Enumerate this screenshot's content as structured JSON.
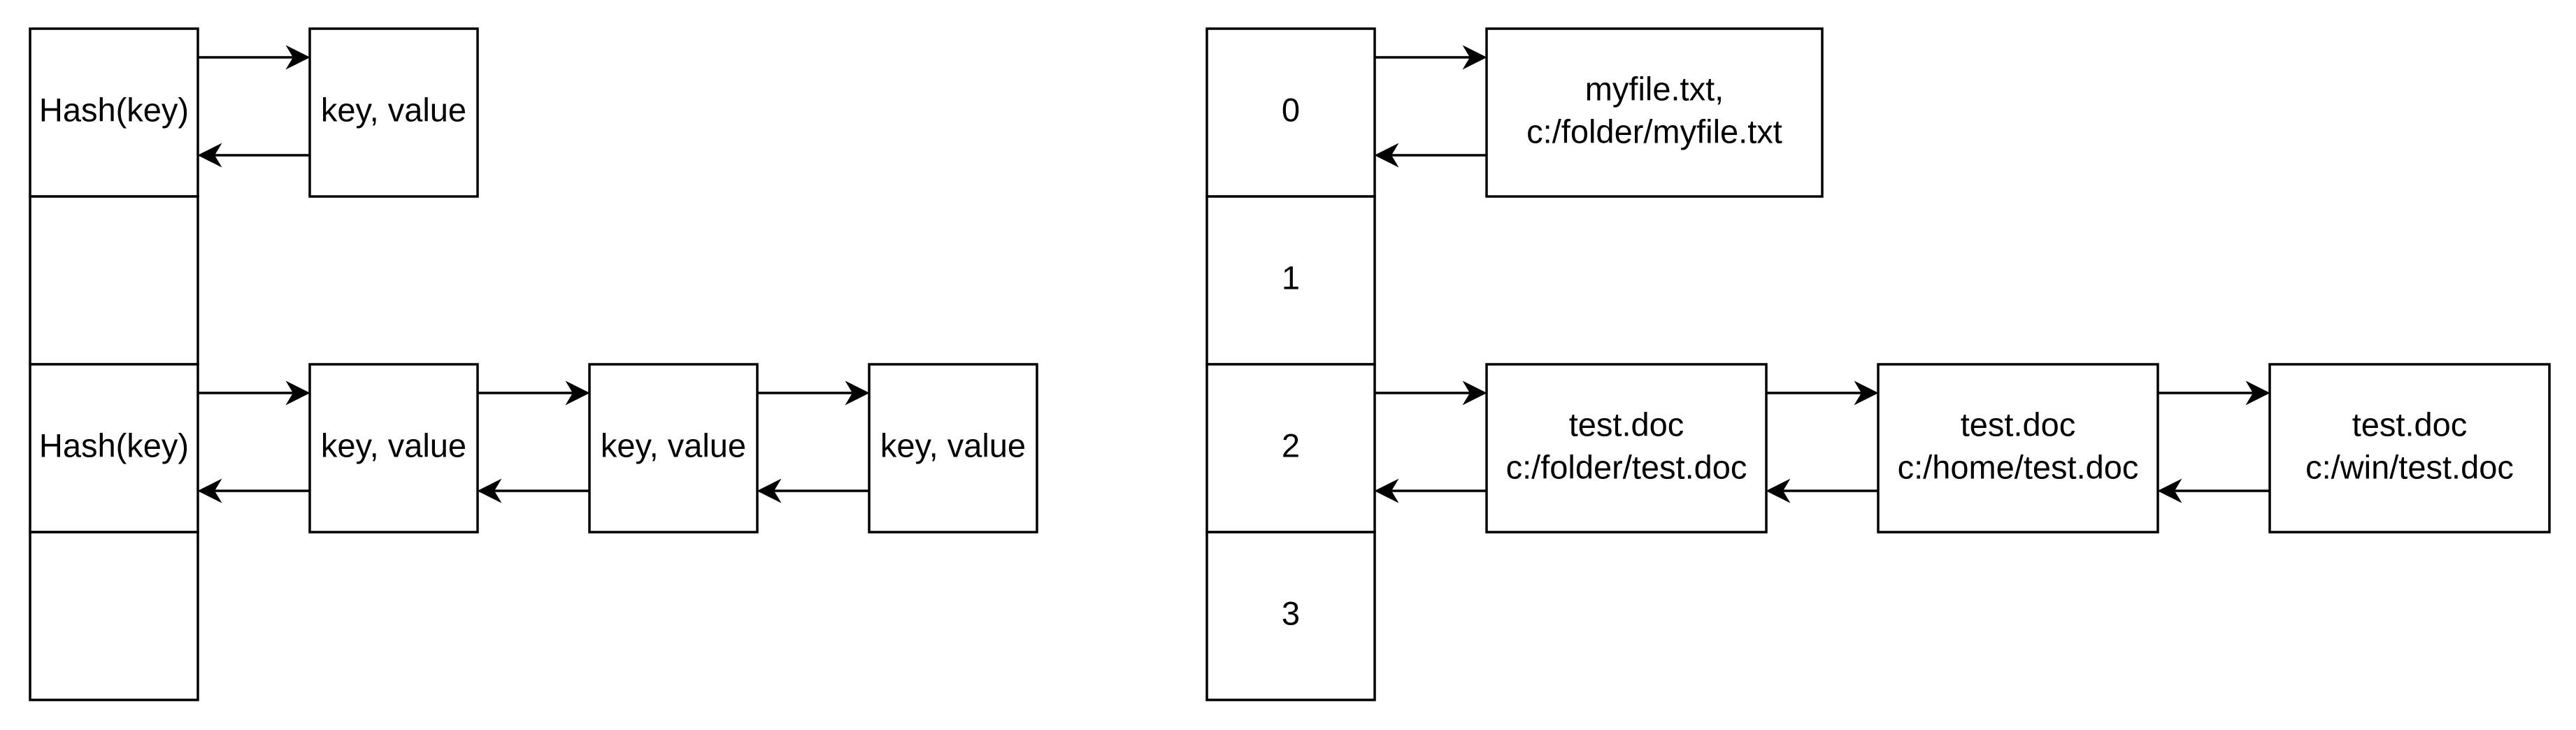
{
  "left": {
    "buckets": [
      "Hash(key)",
      "",
      "Hash(key)",
      ""
    ],
    "chain_top": [
      "key, value"
    ],
    "chain_row3": [
      "key, value",
      "key, value",
      "key, value"
    ]
  },
  "right": {
    "buckets": [
      "0",
      "1",
      "2",
      "3"
    ],
    "chain_top": [
      {
        "line1": "myfile.txt,",
        "line2": "c:/folder/myfile.txt"
      }
    ],
    "chain_row3": [
      {
        "line1": "test.doc",
        "line2": "c:/folder/test.doc"
      },
      {
        "line1": "test.doc",
        "line2": "c:/home/test.doc"
      },
      {
        "line1": "test.doc",
        "line2": "c:/win/test.doc"
      }
    ]
  }
}
